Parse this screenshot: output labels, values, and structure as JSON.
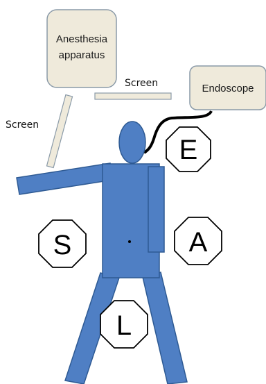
{
  "equipment": {
    "anesthesia_line1": "Anesthesia",
    "anesthesia_line2": "apparatus",
    "endoscope": "Endoscope",
    "screen_top": "Screen",
    "screen_left": "Screen"
  },
  "staff": {
    "endoscopist": "E",
    "anesthetist": "A",
    "surgeon": "S",
    "leg_position": "L"
  },
  "colors": {
    "box_fill": "#efeadb",
    "box_stroke": "#8a9aa8",
    "body_fill": "#4f7fc4",
    "body_stroke": "#2e5a93",
    "screen_fill": "#efeadb",
    "cable": "#000000"
  }
}
